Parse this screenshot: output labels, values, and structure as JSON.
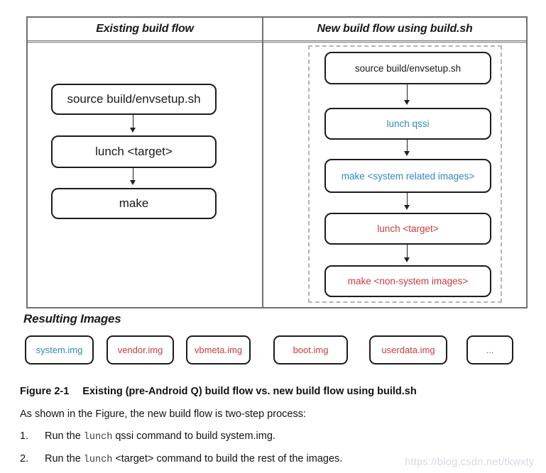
{
  "colors": {
    "black": "#1a1a1a",
    "blue": "#2f87c9",
    "red": "#cd3a3c",
    "gray": "#6f6f6f"
  },
  "diagram": {
    "left_column": {
      "header": "Existing build flow",
      "steps": [
        {
          "label": "source build/envsetup.sh",
          "color": "black"
        },
        {
          "label": "lunch <target>",
          "color": "black"
        },
        {
          "label": "make",
          "color": "black"
        }
      ]
    },
    "right_column": {
      "header": "New build flow using build.sh",
      "steps": [
        {
          "label": "source build/envsetup.sh",
          "color": "black"
        },
        {
          "label": "lunch qssi",
          "color": "blue"
        },
        {
          "label": "make <system related images>",
          "color": "blue"
        },
        {
          "label": "lunch <target>",
          "color": "red"
        },
        {
          "label": "make <non-system images>",
          "color": "red"
        }
      ]
    }
  },
  "resulting_images": {
    "heading": "Resulting Images",
    "items": [
      {
        "label": "system.img",
        "color": "blue"
      },
      {
        "label": "vendor.img",
        "color": "red"
      },
      {
        "label": "vbmeta.img",
        "color": "red"
      },
      {
        "label": "boot.img",
        "color": "red"
      },
      {
        "label": "userdata.img",
        "color": "red"
      },
      {
        "label": "...",
        "color": "gray"
      }
    ]
  },
  "caption": {
    "figure_label": "Figure 2-1",
    "figure_title": "Existing (pre-Android Q) build flow vs. new build flow using build.sh",
    "intro": "As shown in the Figure, the new build flow is two-step process:",
    "steps": [
      {
        "num": "1.",
        "pre": "Run the",
        "code": "lunch",
        "post": "qssi command to build system.img."
      },
      {
        "num": "2.",
        "pre": "Run the",
        "code": "lunch",
        "post": "<target> command to build the rest of the images."
      }
    ]
  },
  "watermark": "https://blog.csdn.net/tkwxty"
}
